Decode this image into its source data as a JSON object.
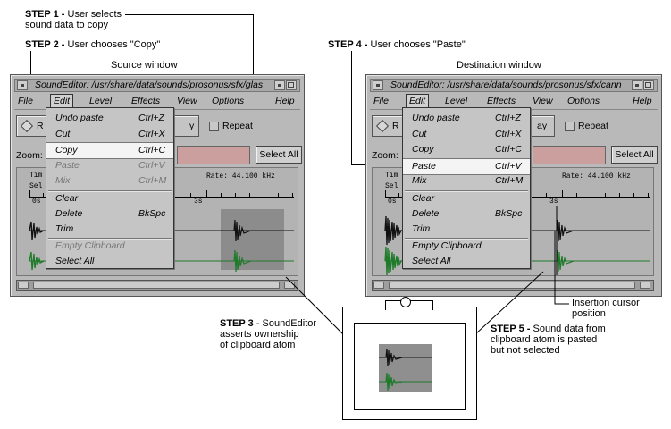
{
  "labels": {
    "step1_bold": "STEP 1 -",
    "step1_text": " User selects",
    "step1_line2": "sound data to copy",
    "step2_bold": "STEP 2 -",
    "step2_text": " User chooses \"Copy\"",
    "source_window": "Source window",
    "step4_bold": "STEP 4 -",
    "step4_text": " User chooses \"Paste\"",
    "destination_window": "Destination window",
    "insertion_line1": "Insertion cursor",
    "insertion_line2": "position",
    "step3_bold": "STEP 3 -",
    "step3_text": " SoundEditor",
    "step3_line2": "asserts ownership",
    "step3_line3": "of clipboard atom",
    "step5_bold": "STEP 5 -",
    "step5_text": " Sound data from",
    "step5_line2": "clipboard atom is pasted",
    "step5_line3": "but not selected"
  },
  "source": {
    "title": "SoundEditor: /usr/share/data/sounds/prosonus/sfx/glas",
    "menu_file": "File",
    "menu_edit": "Edit",
    "menu_level": "Level",
    "menu_effects": "Effects",
    "menu_view": "View",
    "menu_options": "Options",
    "menu_help": "Help",
    "play_partial": "R",
    "play_tail": "y",
    "repeat": "Repeat",
    "zoom": "Zoom:",
    "select_all": "Select All",
    "time_partial": "Tim",
    "sel_partial": "Sel",
    "rate": "Rate: 44.100 kHz",
    "t0": "0s",
    "t3": "3s",
    "selection_color": "#8c8c8c"
  },
  "destination": {
    "title": "SoundEditor: /usr/share/data/sounds/prosonus/sfx/cann",
    "menu_file": "File",
    "menu_edit": "Edit",
    "menu_level": "Level",
    "menu_effects": "Effects",
    "menu_view": "View",
    "menu_options": "Options",
    "menu_help": "Help",
    "play_partial": "R",
    "play_tail": "ay",
    "repeat": "Repeat",
    "zoom": "Zoom:",
    "select_all": "Select All",
    "time_partial": "Tim",
    "sel_partial": "Sel",
    "rate": "Rate: 44.100 kHz",
    "t0": "0s",
    "t3": "3s"
  },
  "edit_menu": {
    "items": [
      {
        "label": "Undo paste",
        "accel": "Ctrl+Z"
      },
      {
        "label": "Cut",
        "accel": "Ctrl+X"
      },
      {
        "label": "Copy",
        "accel": "Ctrl+C"
      },
      {
        "label": "Paste",
        "accel": "Ctrl+V"
      },
      {
        "label": "Mix",
        "accel": "Ctrl+M"
      },
      {
        "label": "Clear",
        "accel": ""
      },
      {
        "label": "Delete",
        "accel": "BkSpc"
      },
      {
        "label": "Trim",
        "accel": ""
      },
      {
        "label": "Empty Clipboard",
        "accel": ""
      },
      {
        "label": "Select All",
        "accel": ""
      }
    ],
    "source_highlight": "Copy",
    "dest_highlight": "Paste"
  },
  "colors": {
    "window_bg": "#b9b9b9",
    "wave_top": "#111111",
    "wave_bottom": "#1f7a2a",
    "zoom_field": "#cc9f9f",
    "clip_selection": "#8f8f8f"
  }
}
